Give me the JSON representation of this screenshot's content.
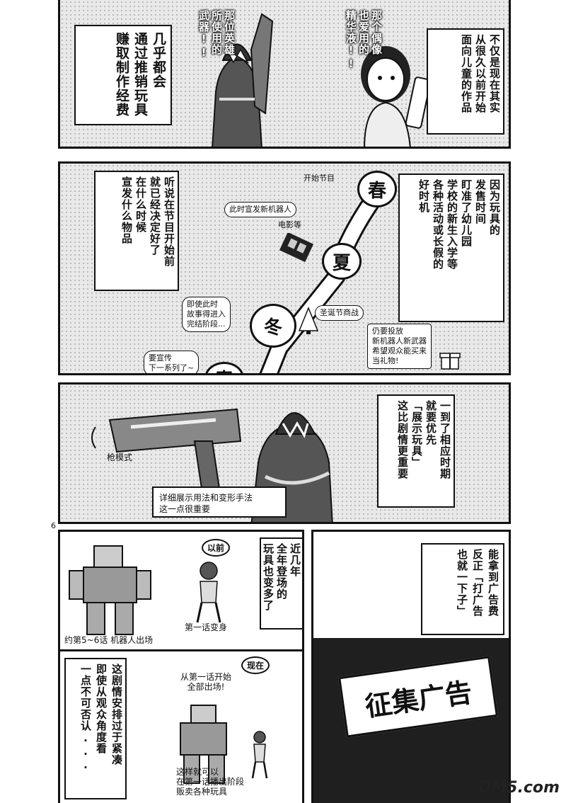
{
  "panel1": {
    "left_narration": [
      "几乎都会",
      "通过推销玩具",
      "赚取制作经费"
    ],
    "hero_shout": [
      "那位英雄",
      "所使用的",
      "武器!!"
    ],
    "idol_shout": [
      "那个偶像",
      "也爱用的",
      "精华液!!"
    ],
    "right_narration": [
      "不仅是现在其实",
      "从很久以前开始",
      "面向儿童的作品"
    ]
  },
  "panel2": {
    "left_narration": [
      "听说在节目开始前",
      "就已经决定好了",
      "在什么时候",
      "宣发什么物品"
    ],
    "right_narration": [
      "因为玩具的",
      "发售时间",
      "盯准了幼儿园",
      "学校的新生入学等",
      "各种活动或长假的",
      "好时机"
    ],
    "season_labels": {
      "spring": "春",
      "summer": "夏",
      "winter": "冬",
      "spring_next": "春"
    },
    "label_start": "开始节目",
    "label_new_robot": "此时宣发新机器人",
    "label_movie": "电影等",
    "label_ending": "即使此时\n故事得进入\n完结阶段...",
    "label_christmas": "圣诞节商战",
    "label_gift": "仍要投放\n新机器人新武器\n希望观众能买来\n当礼物!",
    "label_next_series": "要宣传\n下一系列了~"
  },
  "panel3": {
    "right_narration": [
      "一到了相应时期",
      "就要优先",
      "「展示玩具」",
      "这比剧情更重要"
    ],
    "gun_mode_label": "枪模式",
    "demo_caption": "详细展示用法和变形手法\n这一点很重要"
  },
  "page_number": "6",
  "panel4": {
    "narration": [
      "近几年",
      "全年登场的",
      "玩具也变多了"
    ],
    "tag_before": "以前",
    "label_ep1": "第一话变身",
    "label_robot": "约第5~6话 机器人出场",
    "tag_now": "现在",
    "label_all": "从第一话开始\n全部出场!",
    "label_sell": "这样就可以\n在第一话播出阶段\n贩卖各种玩具",
    "bottom_narration": [
      "这剧情安排过于紧凑",
      "即使从观众角度看",
      "一点不可否认..."
    ]
  },
  "panel5": {
    "narration": [
      "能拿到广告费",
      "反正「打广告",
      "也就一下子」"
    ],
    "billboard": "征集广告"
  },
  "watermark": "DM5.com"
}
